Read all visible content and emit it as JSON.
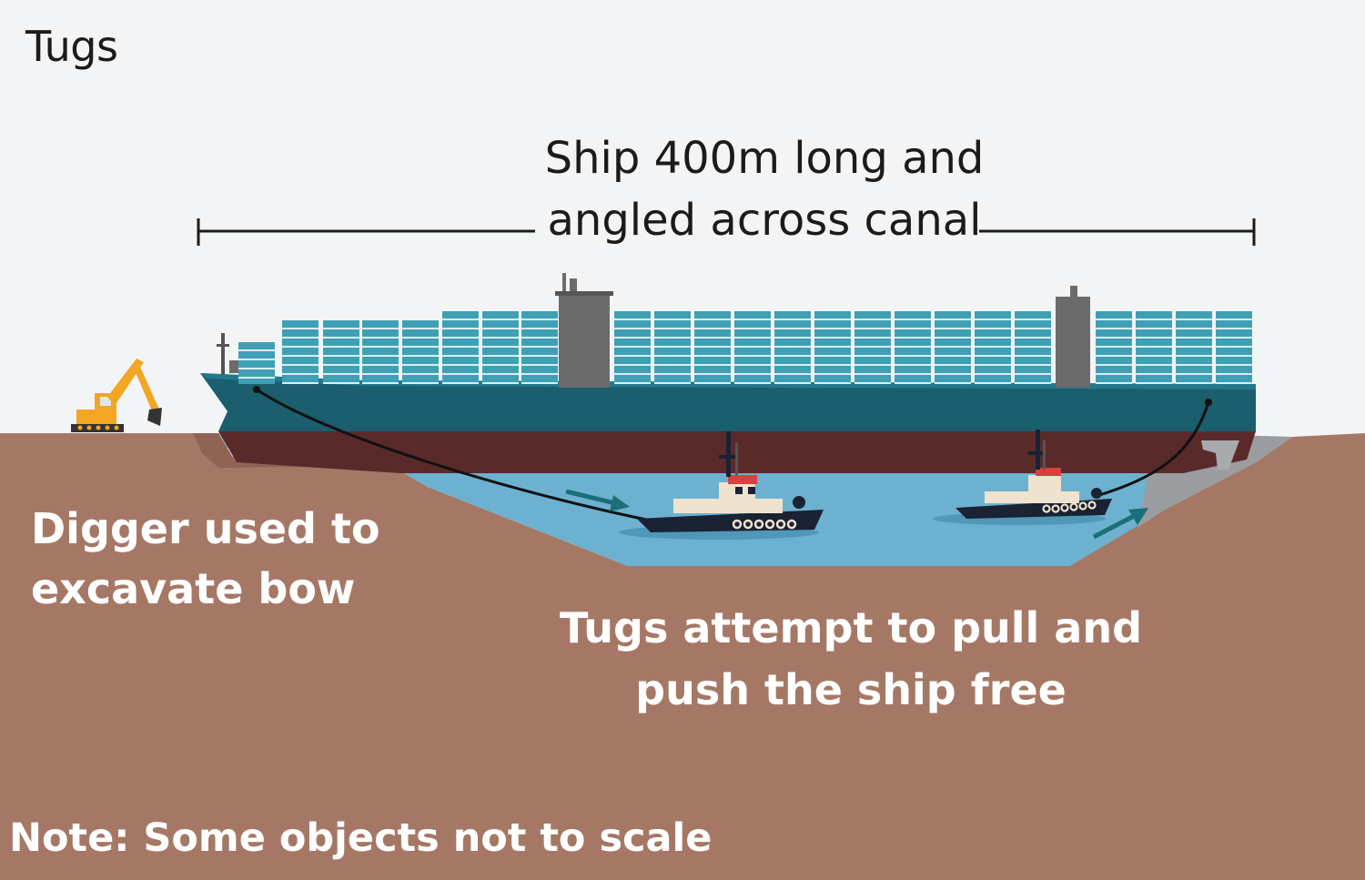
{
  "title": "Tugs",
  "ship_label": {
    "line1": "Ship 400m long and",
    "line2": "angled across canal"
  },
  "digger_label": {
    "line1": "Digger used to",
    "line2": "excavate bow"
  },
  "tugs_label": {
    "line1": "Tugs attempt to pull and",
    "line2": "push the ship free"
  },
  "note": "Note: Some objects not to scale",
  "colors": {
    "background": "#f3f4f5",
    "ground": "#a57866",
    "water": "#6db1d1",
    "hull": "#1b5e6e",
    "hull_lower": "#5a2a2a",
    "containers": "#3fa0b5",
    "superstructure": "#6b6b6b",
    "digger": "#f2a623",
    "tug_hull": "#1a2233",
    "arrows": "#1b6f78"
  }
}
